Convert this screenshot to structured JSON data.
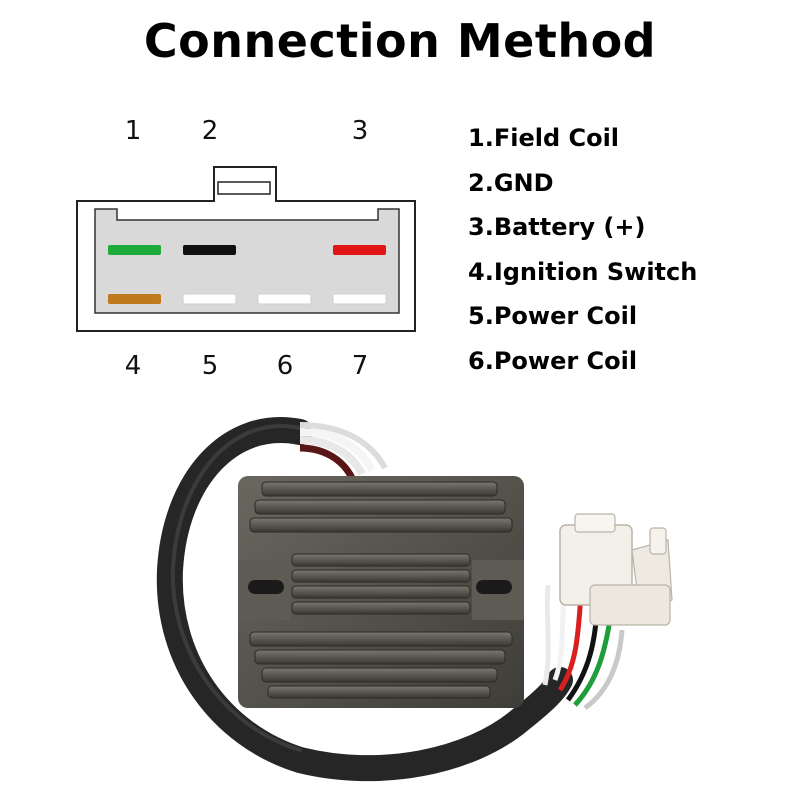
{
  "title": "Connection Method",
  "pin_numbers": {
    "top": [
      "1",
      "2",
      "3"
    ],
    "bottom": [
      "4",
      "5",
      "6",
      "7"
    ]
  },
  "legend": [
    "1.Field Coil",
    "2.GND",
    "3.Battery (+)",
    "4.Ignition Switch",
    "5.Power Coil",
    "6.Power Coil"
  ],
  "wire_colors": {
    "pin1": "#1faa3c",
    "pin2": "#111111",
    "pin3": "#e01616",
    "pin4": "#c07a1e",
    "pin5": "#ffffff",
    "pin6": "#ffffff",
    "pin7": "#ffffff"
  },
  "photo": {
    "subject": "voltage regulator rectifier with cable and connector plug",
    "body_color": "#55534c",
    "cable_color": "#2a2a2a",
    "connector_color": "#f3f0ea"
  }
}
